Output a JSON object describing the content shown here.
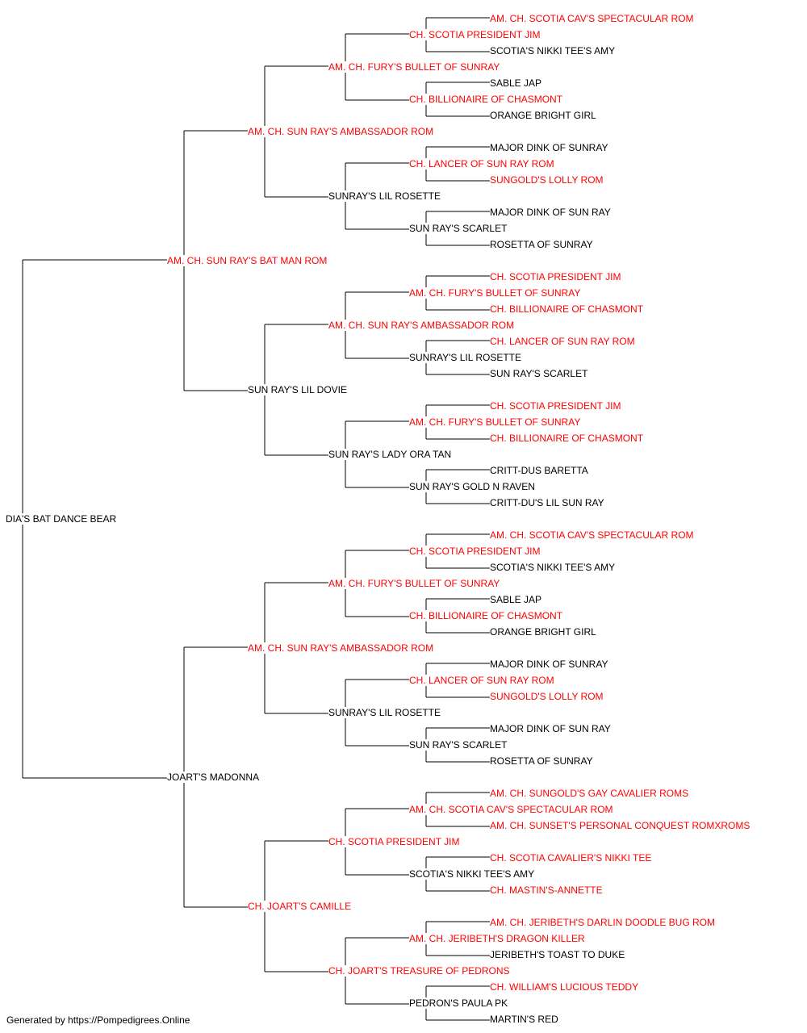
{
  "colors": {
    "champion": "#ff0000",
    "regular": "#000000",
    "lines": "#000000"
  },
  "pedigree": {
    "name": "DIA'S BAT DANCE BEAR",
    "champion": false,
    "sire": {
      "name": "AM. CH. SUN RAY'S BAT MAN ROM",
      "champion": true,
      "sire": {
        "name": "AM. CH. SUN RAY'S AMBASSADOR ROM",
        "champion": true,
        "sire": {
          "name": "AM. CH. FURY'S BULLET OF SUNRAY",
          "champion": true,
          "sire": {
            "name": "CH. SCOTIA PRESIDENT JIM",
            "champion": true,
            "sire": {
              "name": "AM. CH. SCOTIA CAV'S SPECTACULAR ROM",
              "champion": true
            },
            "dam": {
              "name": "SCOTIA'S NIKKI TEE'S AMY",
              "champion": false
            }
          },
          "dam": {
            "name": "CH. BILLIONAIRE OF CHASMONT",
            "champion": true,
            "sire": {
              "name": "SABLE JAP",
              "champion": false
            },
            "dam": {
              "name": "ORANGE BRIGHT GIRL",
              "champion": false
            }
          }
        },
        "dam": {
          "name": "SUNRAY'S LIL ROSETTE",
          "champion": false,
          "sire": {
            "name": "CH. LANCER OF SUN RAY ROM",
            "champion": true,
            "sire": {
              "name": "MAJOR DINK OF SUNRAY",
              "champion": false
            },
            "dam": {
              "name": "SUNGOLD'S LOLLY ROM",
              "champion": true
            }
          },
          "dam": {
            "name": "SUN RAY'S SCARLET",
            "champion": false,
            "sire": {
              "name": "MAJOR DINK OF SUN RAY",
              "champion": false
            },
            "dam": {
              "name": "ROSETTA OF SUNRAY",
              "champion": false
            }
          }
        }
      },
      "dam": {
        "name": "SUN RAY'S LIL DOVIE",
        "champion": false,
        "sire": {
          "name": "AM. CH. SUN RAY'S AMBASSADOR ROM",
          "champion": true,
          "sire": {
            "name": "AM. CH. FURY'S BULLET OF SUNRAY",
            "champion": true,
            "sire": {
              "name": "CH. SCOTIA PRESIDENT JIM",
              "champion": true
            },
            "dam": {
              "name": "CH. BILLIONAIRE OF CHASMONT",
              "champion": true
            }
          },
          "dam": {
            "name": "SUNRAY'S LIL ROSETTE",
            "champion": false,
            "sire": {
              "name": "CH. LANCER OF SUN RAY ROM",
              "champion": true
            },
            "dam": {
              "name": "SUN RAY'S SCARLET",
              "champion": false
            }
          }
        },
        "dam": {
          "name": "SUN RAY'S LADY ORA TAN",
          "champion": false,
          "sire": {
            "name": "AM. CH. FURY'S BULLET OF SUNRAY",
            "champion": true,
            "sire": {
              "name": "CH. SCOTIA PRESIDENT JIM",
              "champion": true
            },
            "dam": {
              "name": "CH. BILLIONAIRE OF CHASMONT",
              "champion": true
            }
          },
          "dam": {
            "name": "SUN RAY'S GOLD N RAVEN",
            "champion": false,
            "sire": {
              "name": "CRITT-DUS BARETTA",
              "champion": false
            },
            "dam": {
              "name": "CRITT-DU'S LIL SUN RAY",
              "champion": false
            }
          }
        }
      }
    },
    "dam": {
      "name": "JOART'S MADONNA",
      "champion": false,
      "sire": {
        "name": "AM. CH. SUN RAY'S AMBASSADOR ROM",
        "champion": true,
        "sire": {
          "name": "AM. CH. FURY'S BULLET OF SUNRAY",
          "champion": true,
          "sire": {
            "name": "CH. SCOTIA PRESIDENT JIM",
            "champion": true,
            "sire": {
              "name": "AM. CH. SCOTIA CAV'S SPECTACULAR ROM",
              "champion": true
            },
            "dam": {
              "name": "SCOTIA'S NIKKI TEE'S AMY",
              "champion": false
            }
          },
          "dam": {
            "name": "CH. BILLIONAIRE OF CHASMONT",
            "champion": true,
            "sire": {
              "name": "SABLE JAP",
              "champion": false
            },
            "dam": {
              "name": "ORANGE BRIGHT GIRL",
              "champion": false
            }
          }
        },
        "dam": {
          "name": "SUNRAY'S LIL ROSETTE",
          "champion": false,
          "sire": {
            "name": "CH. LANCER OF SUN RAY ROM",
            "champion": true,
            "sire": {
              "name": "MAJOR DINK OF SUNRAY",
              "champion": false
            },
            "dam": {
              "name": "SUNGOLD'S LOLLY ROM",
              "champion": true
            }
          },
          "dam": {
            "name": "SUN RAY'S SCARLET",
            "champion": false,
            "sire": {
              "name": "MAJOR DINK OF SUN RAY",
              "champion": false
            },
            "dam": {
              "name": "ROSETTA OF SUNRAY",
              "champion": false
            }
          }
        }
      },
      "dam": {
        "name": "CH. JOART'S CAMILLE",
        "champion": true,
        "sire": {
          "name": "CH. SCOTIA PRESIDENT JIM",
          "champion": true,
          "sire": {
            "name": "AM. CH. SCOTIA CAV'S SPECTACULAR ROM",
            "champion": true,
            "sire": {
              "name": "AM. CH. SUNGOLD'S GAY CAVALIER ROMS",
              "champion": true
            },
            "dam": {
              "name": "AM. CH. SUNSET'S PERSONAL CONQUEST ROMXROMS",
              "champion": true
            }
          },
          "dam": {
            "name": "SCOTIA'S NIKKI TEE'S AMY",
            "champion": false,
            "sire": {
              "name": "CH. SCOTIA CAVALIER'S NIKKI TEE",
              "champion": true
            },
            "dam": {
              "name": "CH. MASTIN'S-ANNETTE",
              "champion": true
            }
          }
        },
        "dam": {
          "name": "CH. JOART'S TREASURE OF PEDRONS",
          "champion": true,
          "sire": {
            "name": "AM. CH. JERIBETH'S DRAGON KILLER",
            "champion": true,
            "sire": {
              "name": "AM. CH. JERIBETH'S DARLIN DOODLE BUG ROM",
              "champion": true
            },
            "dam": {
              "name": "JERIBETH'S TOAST TO DUKE",
              "champion": false
            }
          },
          "dam": {
            "name": "PEDRON'S PAULA PK",
            "champion": false,
            "sire": {
              "name": "CH. WILLIAM'S LUCIOUS TEDDY",
              "champion": true
            },
            "dam": {
              "name": "MARTIN'S RED",
              "champion": false
            }
          }
        }
      }
    }
  },
  "footer": {
    "text": "Generated by https://Pompedigrees.Online"
  }
}
